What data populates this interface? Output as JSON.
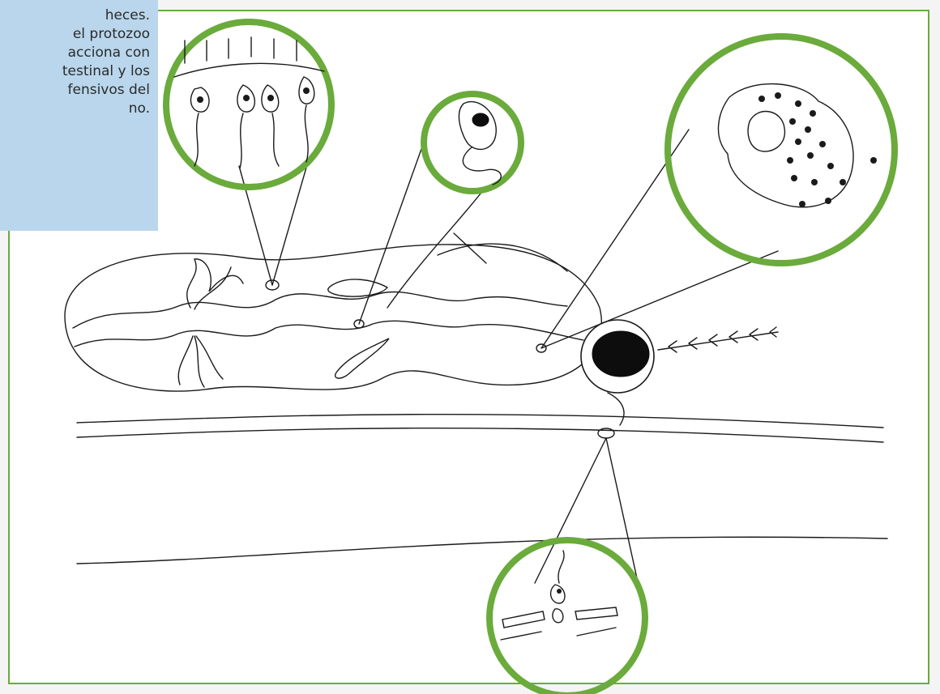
{
  "info_box": {
    "lines": [
      "heces.",
      "el protozoo",
      "acciona con",
      "testinal y los",
      "fensivos del",
      "no."
    ]
  },
  "colors": {
    "accent_green": "#6aab3c",
    "info_box_background": "#b9d6ec",
    "ink": "#1a1a1a"
  }
}
